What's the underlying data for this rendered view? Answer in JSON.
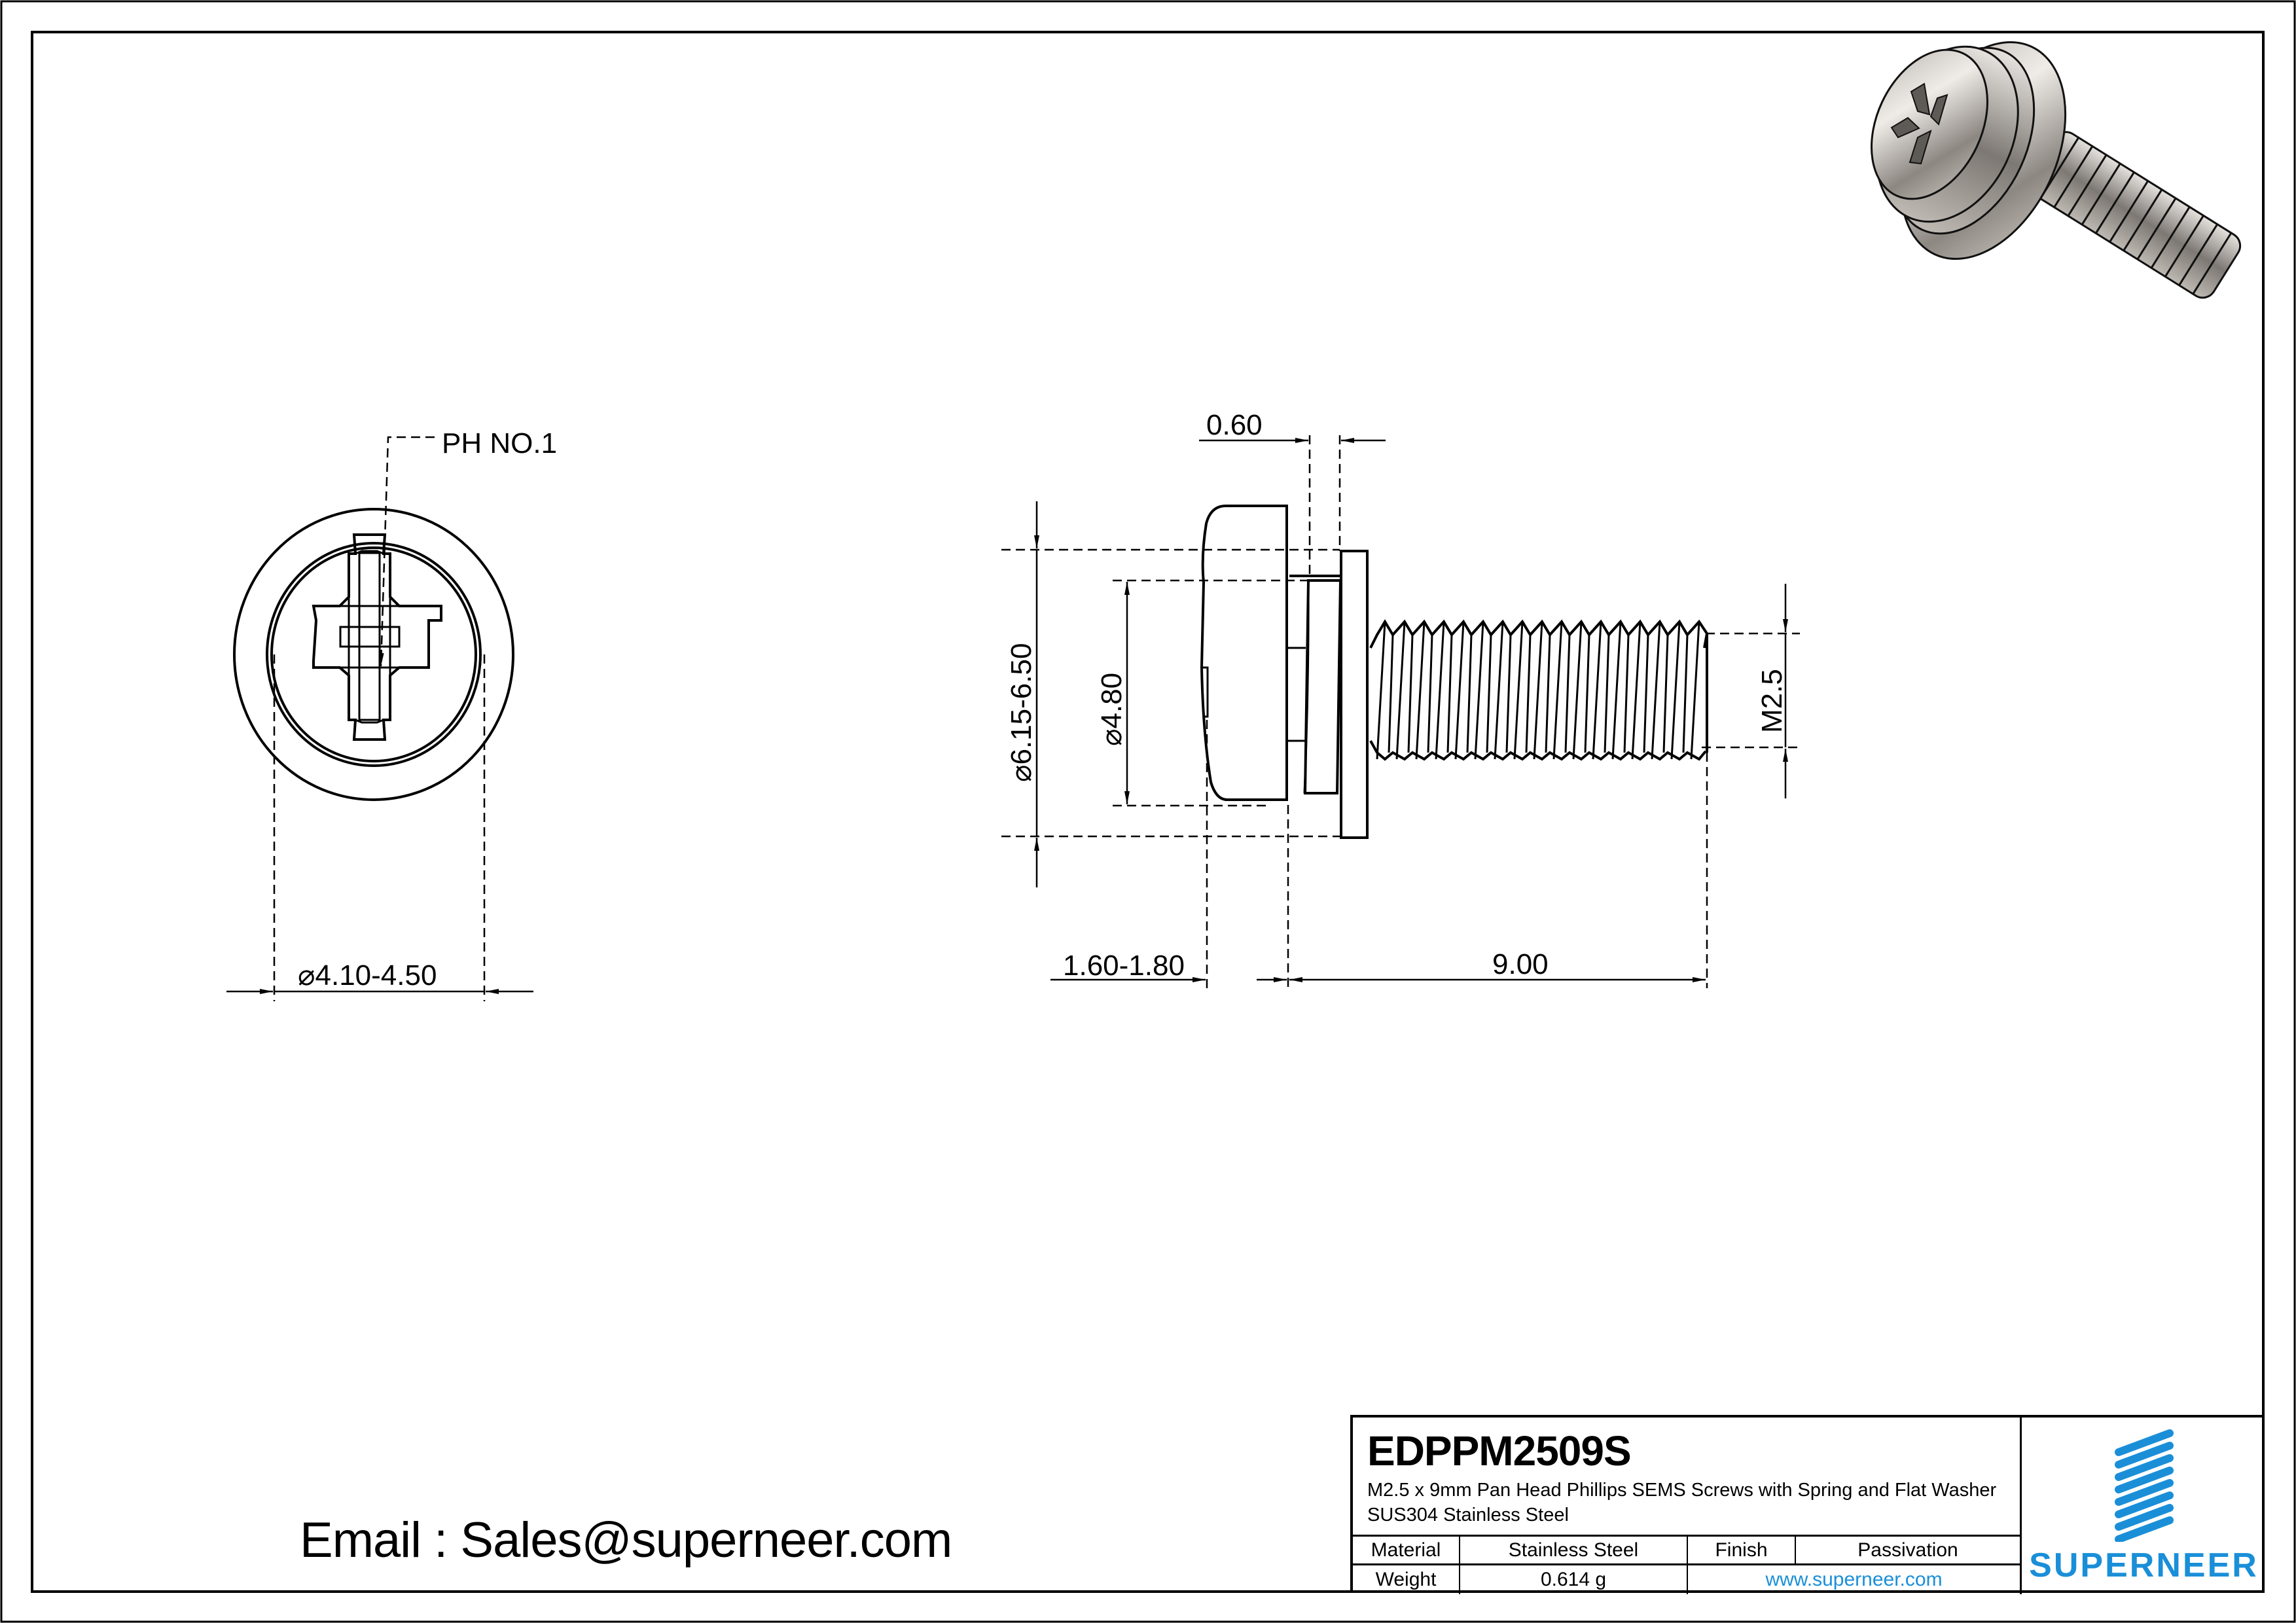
{
  "drawing": {
    "front_view": {
      "recess_callout": "PH NO.1",
      "head_diameter": "4.10-4.50",
      "diameter_symbol": "⌀"
    },
    "side_view": {
      "washer_thickness": "0.60",
      "washer_diameter": "6.15-6.50",
      "spring_washer_diameter": "4.80",
      "thread_size": "M2.5",
      "head_height": "1.60-1.80",
      "length": "9.00",
      "diameter_symbol": "⌀"
    },
    "iso_view": {
      "icon": "3d-screw-render-icon"
    }
  },
  "contact": {
    "email_line": "Email : Sales@superneer.com"
  },
  "title_block": {
    "part_number": "EDPPM2509S",
    "description": "M2.5 x 9mm Pan Head Phillips SEMS Screws with Spring and Flat Washer SUS304 Stainless Steel",
    "material_label": "Material",
    "material_value": "Stainless Steel",
    "finish_label": "Finish",
    "finish_value": "Passivation",
    "weight_label": "Weight",
    "weight_value": "0.614 g",
    "website": "www.superneer.com",
    "logo_text": "SUPERNEER",
    "logo_icon": "superneer-stripes-logo-icon"
  },
  "colors": {
    "brand_blue": "#1a8fd8",
    "line": "#000000",
    "metal_light": "#d6d1cc",
    "metal_dark": "#6e6a66"
  }
}
